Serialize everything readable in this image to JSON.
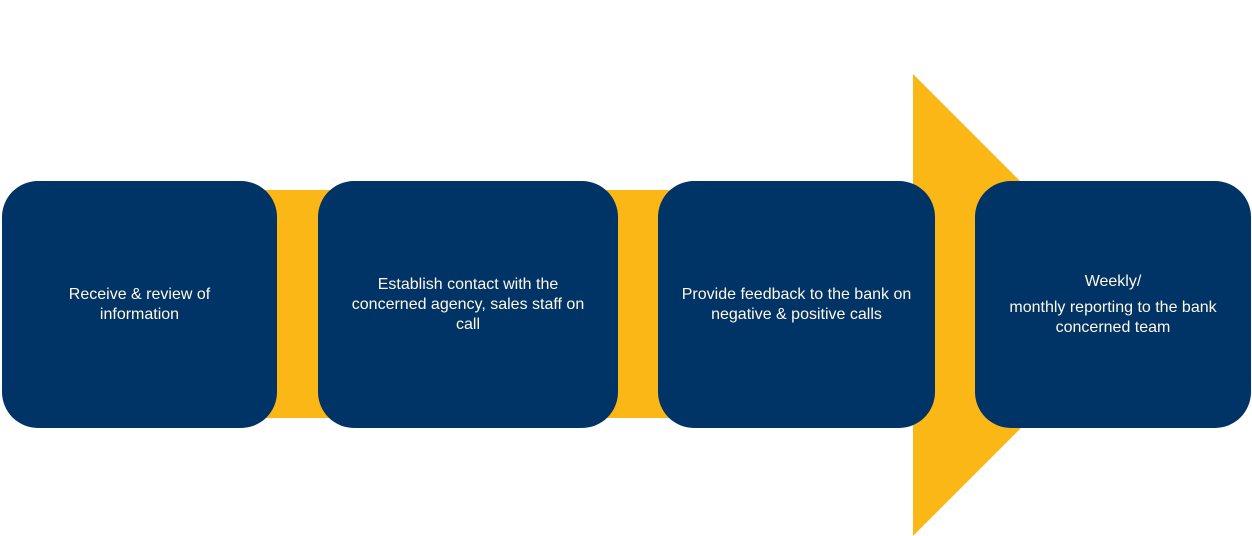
{
  "colors": {
    "box": "#003366",
    "arrow": "#FBB715",
    "text": "#FFF8E6"
  },
  "steps": [
    {
      "lines": [
        "Receive & review of information"
      ]
    },
    {
      "lines": [
        "Establish contact with the concerned agency, sales staff on call"
      ]
    },
    {
      "lines": [
        "Provide feedback to the bank on negative & positive calls"
      ]
    },
    {
      "lines": [
        "Weekly/",
        "monthly reporting to the bank concerned team"
      ]
    }
  ]
}
